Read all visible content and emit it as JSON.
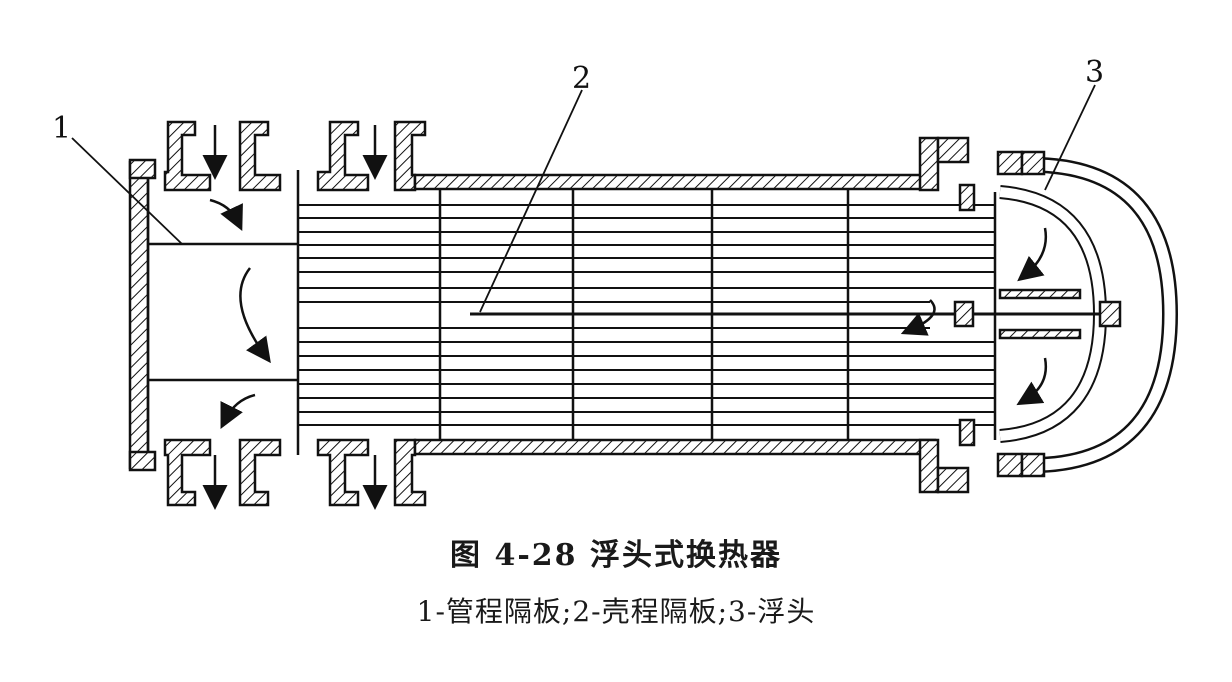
{
  "figure": {
    "title": "图 4-28   浮头式换热器",
    "legend": "1-管程隔板;2-壳程隔板;3-浮头"
  },
  "labels": {
    "one": "1",
    "two": "2",
    "three": "3"
  },
  "colors": {
    "ink": "#111111",
    "paper": "#ffffff"
  }
}
